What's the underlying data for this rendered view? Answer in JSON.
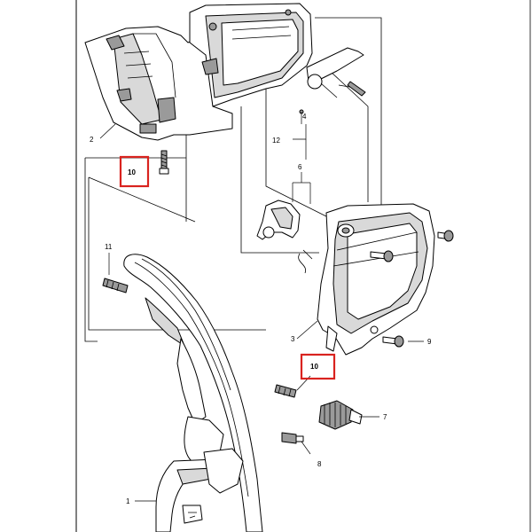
{
  "diagram": {
    "part_numbers": {
      "p1": "1",
      "p2": "2",
      "p3": "3",
      "p4": "4",
      "p6": "6",
      "p7": "7",
      "p8": "8",
      "p9": "9",
      "p10_top": "10",
      "p10_mid": "10",
      "p11": "11",
      "p12": "12"
    },
    "highlight_color": "#d9231f"
  }
}
